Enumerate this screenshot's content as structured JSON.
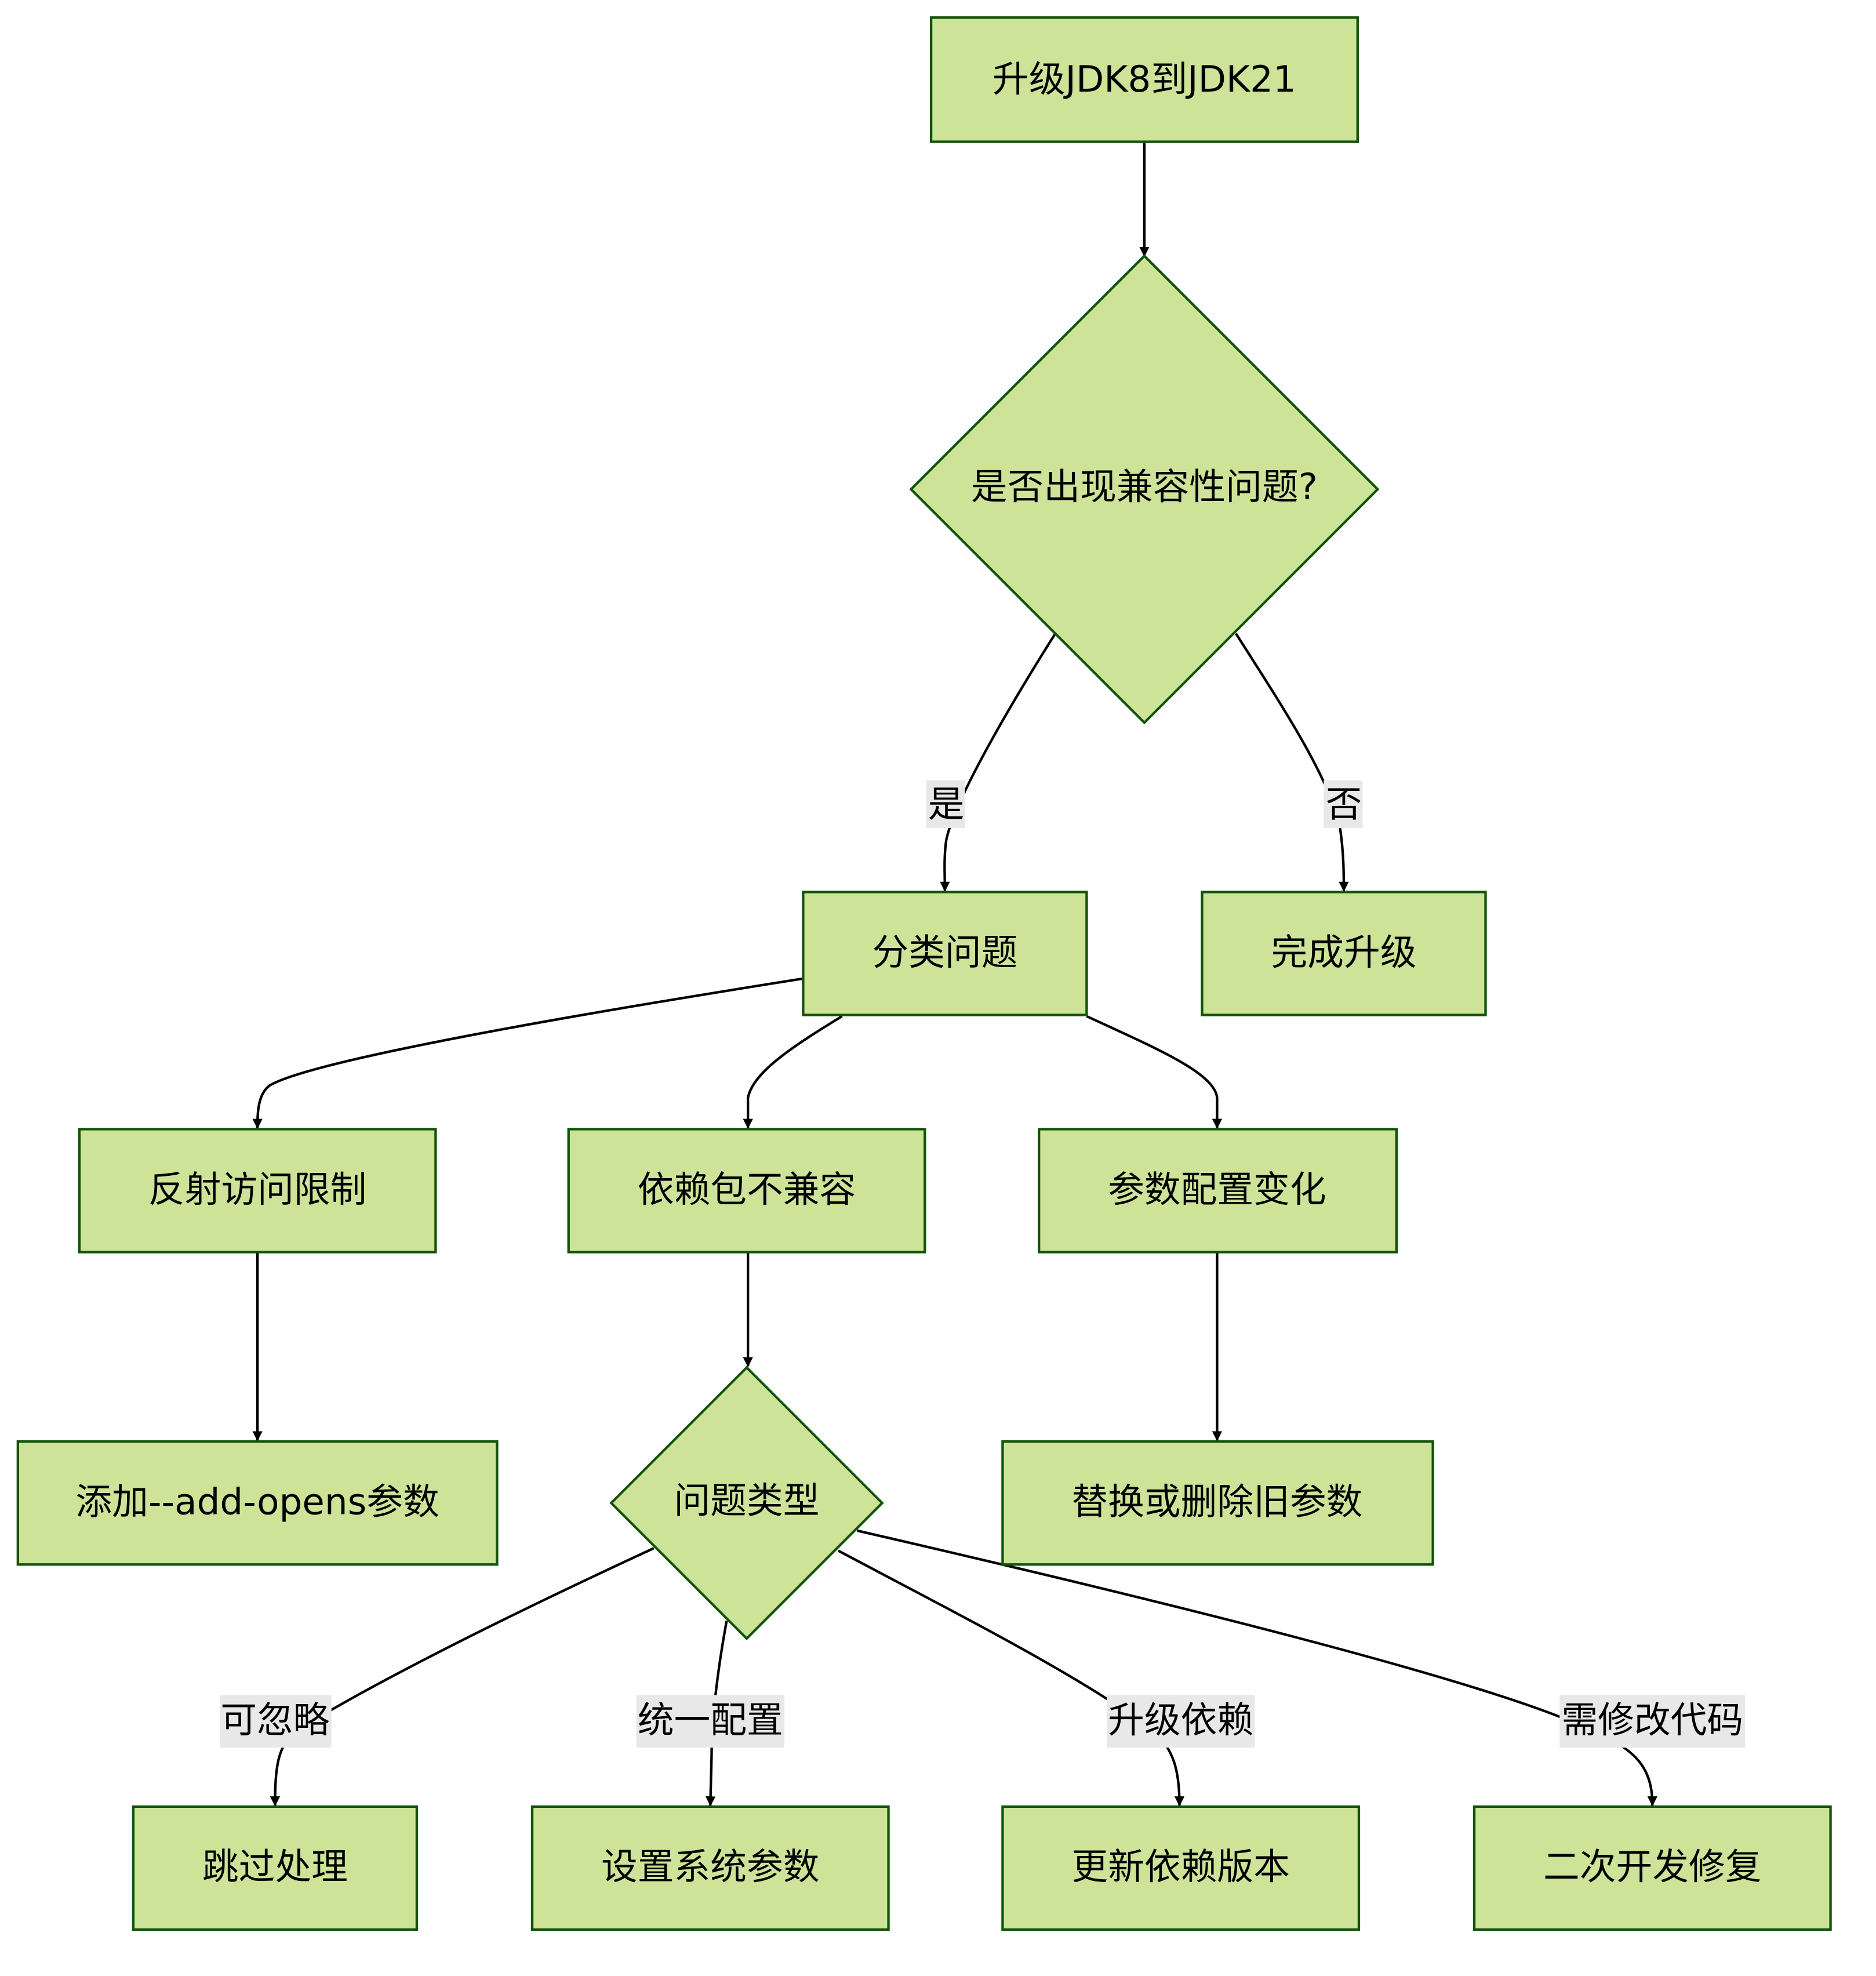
{
  "colors": {
    "node_fill": "#cde498",
    "node_stroke": "#13540c",
    "edge": "#000000",
    "edge_label_bg": "#e8e8e8"
  },
  "nodes": {
    "start": "升级JDK8到JDK21",
    "compat_check": "是否出现兼容性问题?",
    "classify": "分类问题",
    "done": "完成升级",
    "reflection": "反射访问限制",
    "dependency": "依赖包不兼容",
    "param_change": "参数配置变化",
    "add_opens": "添加--add-opens参数",
    "issue_type": "问题类型",
    "replace_params": "替换或删除旧参数",
    "skip": "跳过处理",
    "set_sys_params": "设置系统参数",
    "update_deps": "更新依赖版本",
    "redevelop": "二次开发修复"
  },
  "edge_labels": {
    "yes": "是",
    "no": "否",
    "ignorable": "可忽略",
    "unified_config": "统一配置",
    "upgrade_dep": "升级依赖",
    "code_change": "需修改代码"
  }
}
